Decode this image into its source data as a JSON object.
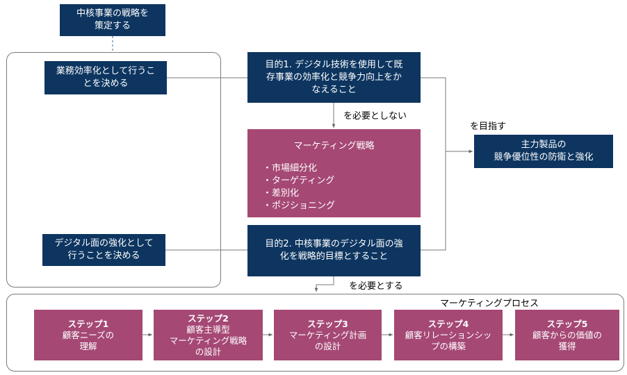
{
  "top_box": [
    "中核事業の戦略を",
    "策定する"
  ],
  "left_top": [
    "業務効率化として行うこ",
    "とを決める"
  ],
  "left_bottom": [
    "デジタル面の強化として",
    "行うことを決める"
  ],
  "purpose1": [
    "目的1. デジタル技術を使用して既",
    "存事業の効率化と競争力向上をか",
    "なえること"
  ],
  "purpose2": [
    "目的2. 中核事業のデジタル面の強",
    "化を戦略的目標とすること"
  ],
  "not_required": "を必要としない",
  "required": "を必要とする",
  "aim": "を目指す",
  "goal": [
    "主力製品の",
    "競争優位性の防衛と強化"
  ],
  "marketing_strategy": {
    "title": "マーケティング戦略",
    "items": [
      "・市場細分化",
      "・ターゲティング",
      "・差別化",
      "・ポジショニング"
    ]
  },
  "process_title": "マーケティングプロセス",
  "steps": [
    {
      "title": "ステップ1",
      "lines": [
        "顧客ニーズの",
        "理解"
      ]
    },
    {
      "title": "ステップ2",
      "lines": [
        "顧客主導型",
        "マーケティング戦略",
        "の設計"
      ]
    },
    {
      "title": "ステップ3",
      "lines": [
        "マーケティング計画",
        "の設計"
      ]
    },
    {
      "title": "ステップ4",
      "lines": [
        "顧客リレーションシッ",
        "プの構築"
      ]
    },
    {
      "title": "ステップ5",
      "lines": [
        "顧客からの価値の",
        "獲得"
      ]
    }
  ],
  "colors": {
    "navy": "#0d3560",
    "plum": "#a54874"
  }
}
